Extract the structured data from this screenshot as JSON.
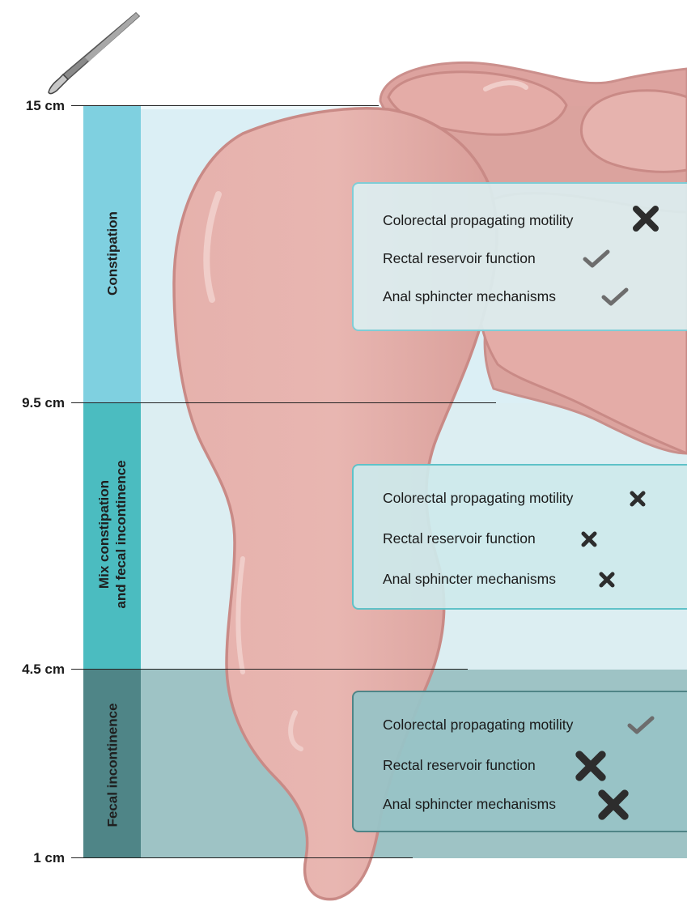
{
  "levels": {
    "l15": "15 cm",
    "l95": "9.5 cm",
    "l45": "4.5 cm",
    "l1": "1 cm"
  },
  "zones": {
    "constipation": "Constipation",
    "mixed_line1": "Mix constipation",
    "mixed_line2": "and fecal incontinence",
    "fecal": "Fecal incontinence"
  },
  "boxes": [
    {
      "rows": [
        {
          "label": "Colorectal propagating motility",
          "status": "impaired",
          "mark": "x-large"
        },
        {
          "label": "Rectal reservoir function",
          "status": "preserved",
          "mark": "check"
        },
        {
          "label": "Anal sphincter mechanisms",
          "status": "preserved",
          "mark": "check"
        }
      ]
    },
    {
      "rows": [
        {
          "label": "Colorectal propagating motility",
          "status": "impaired",
          "mark": "x-small"
        },
        {
          "label": "Rectal reservoir function",
          "status": "impaired",
          "mark": "x-small"
        },
        {
          "label": "Anal sphincter mechanisms",
          "status": "impaired",
          "mark": "x-small"
        }
      ]
    },
    {
      "rows": [
        {
          "label": "Colorectal propagating motility",
          "status": "preserved",
          "mark": "check"
        },
        {
          "label": "Rectal reservoir function",
          "status": "impaired",
          "mark": "x-large"
        },
        {
          "label": "Anal sphincter mechanisms",
          "status": "impaired",
          "mark": "x-large"
        }
      ]
    }
  ],
  "colors": {
    "zone_constipation": "#7fd0e0",
    "zone_mixed": "#4bbcc0",
    "zone_fecal": "#4f8587",
    "band_constipation": "#dbeff5",
    "band_mixed": "#dceef2",
    "band_fecal": "#9ec3c5",
    "colon": "#e3aba6",
    "colon_outline": "#c98a86"
  }
}
